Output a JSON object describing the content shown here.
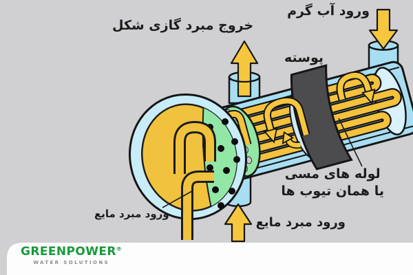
{
  "diagram": {
    "title_context": "shell-and-tube heat exchanger cutaway",
    "labels": {
      "hot_water_inlet": "ورود آب گرم",
      "gas_refrigerant_outlet": "خروج مبرد گازی شکل",
      "shell": "پوسته",
      "tubes_line1": "لوله های مسی",
      "tubes_line2": "یا همان تیوب ها",
      "liquid_refrigerant_inlet": "ورود مبرد مایع",
      "liquid_refrigerant_inlet_pipe": "ورود مبرد مایع"
    },
    "colors": {
      "background": "#d0d0d3",
      "shell_blue": "#a8def2",
      "shell_highlight": "#c9edf8",
      "baffle_light_blue": "#cfeaf6",
      "tube_yellow": "#f4c23c",
      "arrow_yellow": "#f6c73e",
      "tube_sheet_green": "#92e7a7",
      "front_head_yellow": "#f0c23e",
      "clamp_band_dark": "#4c4c4e",
      "outline_black": "#151515",
      "label_text": "#1c1c1c",
      "footer_white": "#fdfdfe"
    }
  },
  "logo": {
    "brand": "GREENPOWER",
    "registered": "®",
    "tagline": "WATER SOLUTIONS",
    "brand_color": "#18993b"
  }
}
